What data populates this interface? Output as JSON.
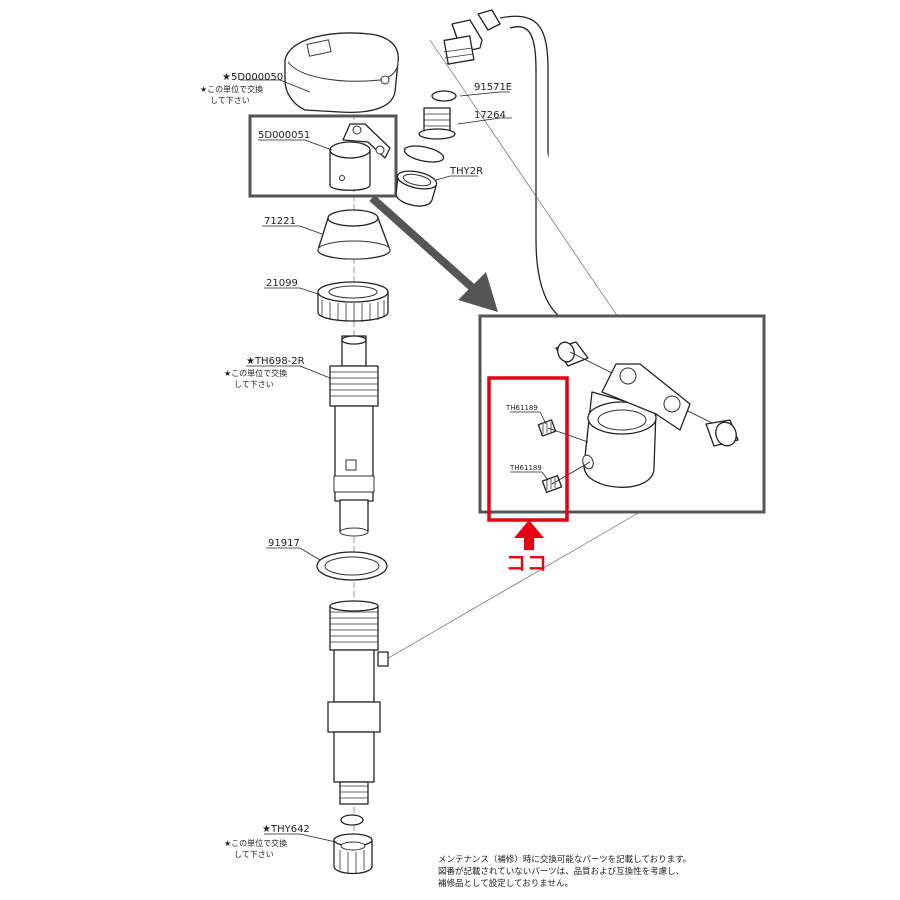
{
  "labels": {
    "p1": "★5D000050",
    "p2": "5D000051",
    "p3": "71221",
    "p4": "21099",
    "p5": "★TH698-2R",
    "p6": "91917",
    "p7": "★THY642",
    "p8": "91571E",
    "p9": "17264",
    "p10": "THY2R",
    "s1": "TH61189",
    "s2": "TH61189"
  },
  "unit_note": {
    "line1": "★この単位で交換",
    "line2": "して下さい"
  },
  "callout": "ココ",
  "footnote": [
    "メンテナンス（補修）時に交換可能なパーツを記載しております。",
    "図番が記載されていないパーツは、品質および互換性を考慮し、",
    "補修品として設定しておりません。"
  ],
  "colors": {
    "highlight": "#e60012",
    "frame": "#555555",
    "line": "#222222"
  }
}
